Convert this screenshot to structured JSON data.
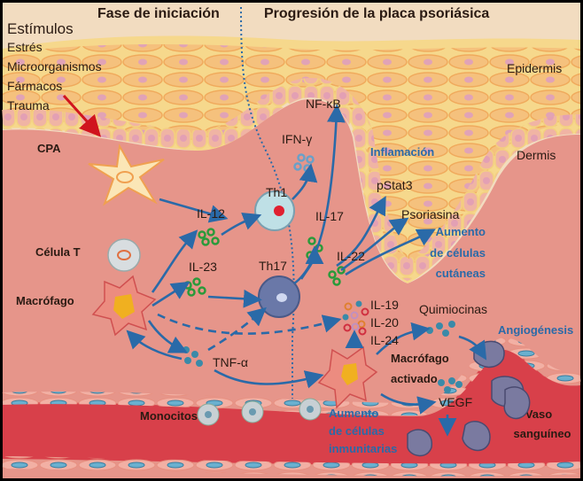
{
  "titles": {
    "initiation": "Fase de iniciación",
    "progression": "Progresión de la placa psoriásica"
  },
  "stimuli": {
    "heading": "Estímulos",
    "items": [
      "Estrés",
      "Microorganismos",
      "Fármacos",
      "Trauma"
    ]
  },
  "layers": {
    "epidermis": "Epidermis",
    "dermis": "Dermis",
    "vessel": [
      "Vaso",
      "sanguíneo"
    ]
  },
  "cells": {
    "cpa": "CPA",
    "t_cell": "Célula T",
    "macrophage": "Macrófago",
    "th1": "Th1",
    "th17": "Th17",
    "activated_macrophage": [
      "Macrófago",
      "activado"
    ],
    "monocytes": "Monocitos"
  },
  "mediators": {
    "il12": "IL-12",
    "il23": "IL-23",
    "tnf": "TNF-α",
    "nfkb": "NF-κB",
    "ifn": "IFN-γ",
    "il17": "IL-17",
    "il22": "IL-22",
    "pstat3": "pStat3",
    "psoriasin": "Psoriasina",
    "il19": "IL-19",
    "il20": "IL-20",
    "il24": "IL-24",
    "chemokines": "Quimiocinas",
    "vegf": "VEGF"
  },
  "outcomes": {
    "inflammation": "Inflamación",
    "skin_cells": [
      "Aumento",
      "de células",
      "cutáneas"
    ],
    "angiogenesis": "Angiogénesis",
    "immune_cells": [
      "Aumento",
      "de células",
      "inmunitarias"
    ]
  },
  "colors": {
    "background": "#f2dcc0",
    "epidermis": "#f6c97a",
    "dermis": "#e6958a",
    "vessel": "#d8404a",
    "accent": "#2a6aa8",
    "stimulus_arrow": "#d0141e"
  }
}
